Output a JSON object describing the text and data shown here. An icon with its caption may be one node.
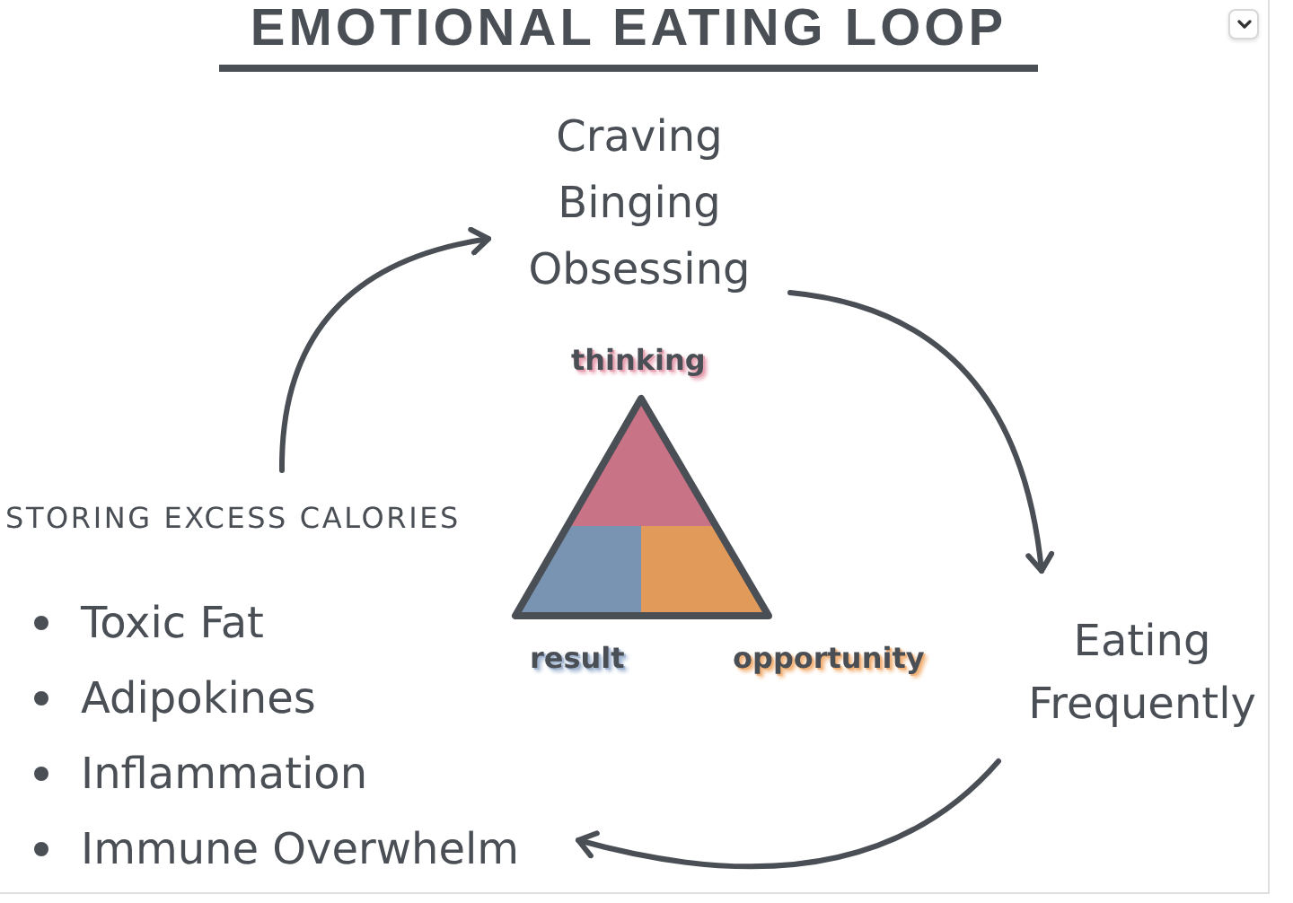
{
  "diagram": {
    "title": "EMOTIONAL EATING LOOP",
    "nodes": [
      {
        "text": [
          "Craving",
          "Binging",
          "Obsessing"
        ]
      },
      {
        "text": [
          "Eating Frequently"
        ]
      },
      {
        "text": [
          "STORING EXCESS CALORIES",
          "Toxic Fat",
          "Adipokines",
          "Inflammation",
          "Immune Overwhelm"
        ]
      },
      {
        "text": [],
        "shape": "triangle",
        "beside": [
          "thinking",
          "result",
          "opportunity"
        ]
      }
    ],
    "edges": [
      {
        "from": 2,
        "to": 0,
        "arrow": "to"
      },
      {
        "from": 0,
        "to": 1,
        "arrow": "to"
      },
      {
        "from": 1,
        "to": 2,
        "arrow": "to"
      }
    ]
  }
}
